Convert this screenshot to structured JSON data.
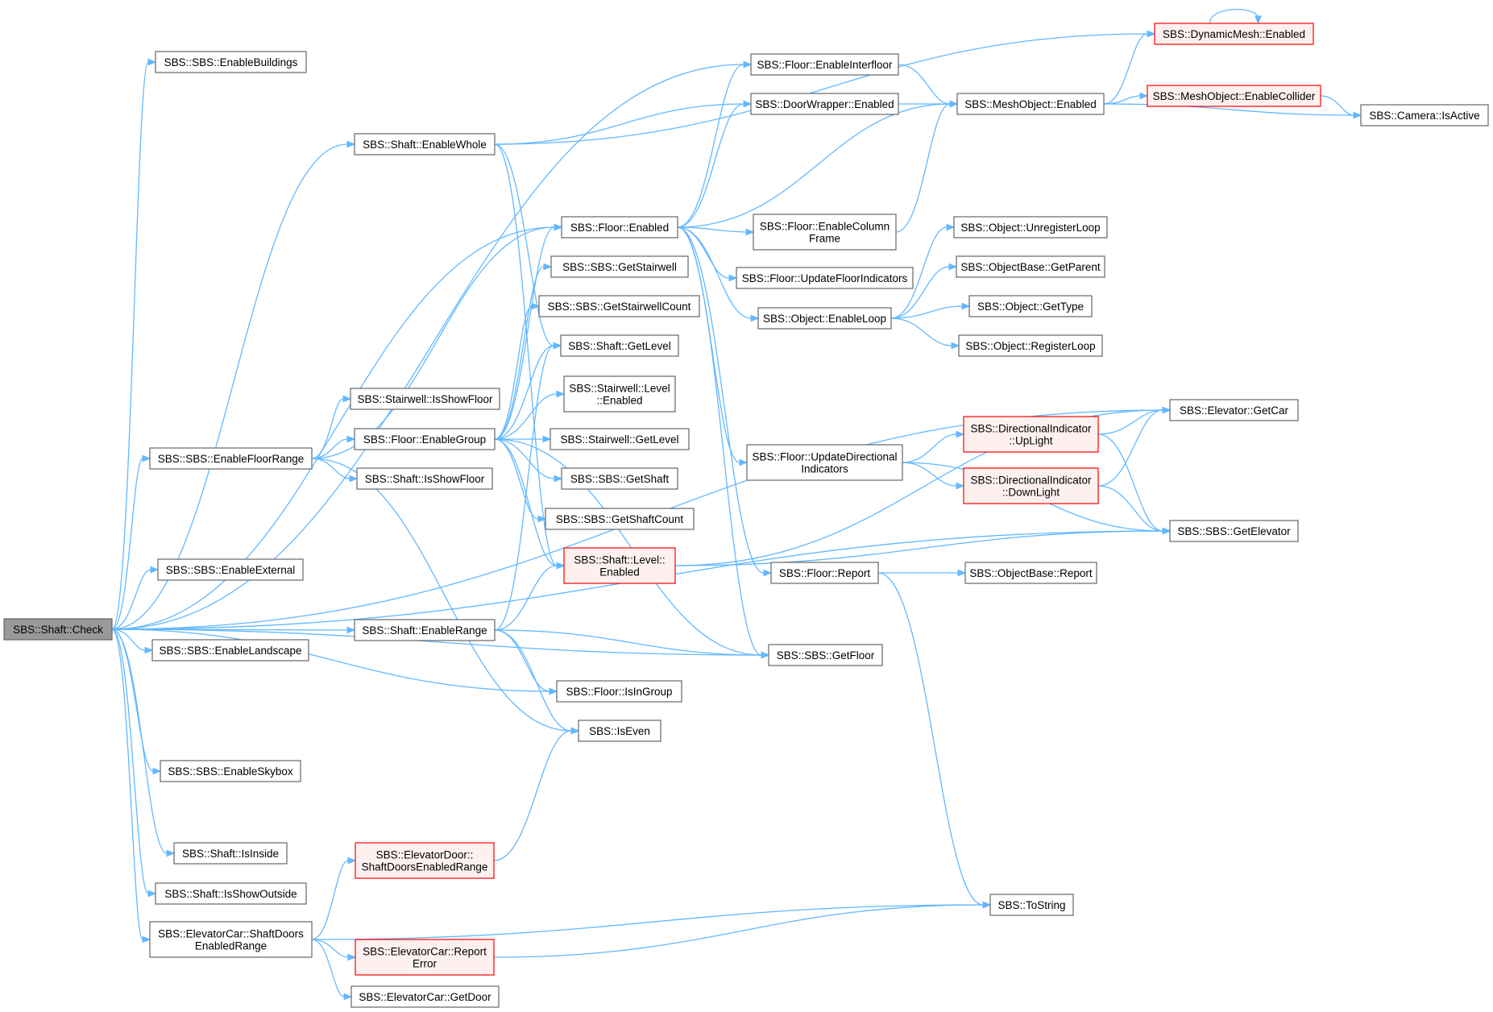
{
  "colors": {
    "edge": "#63b8ff",
    "node_border": "#666666",
    "node_fill": "#ffffff",
    "root_fill": "#999999",
    "root_border": "#666666",
    "truncated_border": "#ff0000",
    "truncated_fill": "#fff0f0"
  },
  "nodes": [
    {
      "id": "check",
      "lines": [
        "SBS::Shaft::Check"
      ],
      "style": "root"
    },
    {
      "id": "enablebuildings",
      "lines": [
        "SBS::SBS::EnableBuildings"
      ],
      "style": "normal"
    },
    {
      "id": "enablewhole",
      "lines": [
        "SBS::Shaft::EnableWhole"
      ],
      "style": "normal"
    },
    {
      "id": "enablefloorrange",
      "lines": [
        "SBS::SBS::EnableFloorRange"
      ],
      "style": "normal"
    },
    {
      "id": "enableexternal",
      "lines": [
        "SBS::SBS::EnableExternal"
      ],
      "style": "normal"
    },
    {
      "id": "enablelandscape",
      "lines": [
        "SBS::SBS::EnableLandscape"
      ],
      "style": "normal"
    },
    {
      "id": "enableskybox",
      "lines": [
        "SBS::SBS::EnableSkybox"
      ],
      "style": "normal"
    },
    {
      "id": "isinside",
      "lines": [
        "SBS::Shaft::IsInside"
      ],
      "style": "normal"
    },
    {
      "id": "isshowoutside",
      "lines": [
        "SBS::Shaft::IsShowOutside"
      ],
      "style": "normal"
    },
    {
      "id": "shaftdoorsrange",
      "lines": [
        "SBS::ElevatorCar::ShaftDoors",
        "EnabledRange"
      ],
      "style": "normal"
    },
    {
      "id": "enablerange",
      "lines": [
        "SBS::Shaft::EnableRange"
      ],
      "style": "normal"
    },
    {
      "id": "stairwellisshowfloor",
      "lines": [
        "SBS::Stairwell::IsShowFloor"
      ],
      "style": "normal"
    },
    {
      "id": "floorenablegroup",
      "lines": [
        "SBS::Floor::EnableGroup"
      ],
      "style": "normal"
    },
    {
      "id": "shaftisshowfloor",
      "lines": [
        "SBS::Shaft::IsShowFloor"
      ],
      "style": "normal"
    },
    {
      "id": "elevdoorshaftdoors",
      "lines": [
        "SBS::ElevatorDoor::",
        "ShaftDoorsEnabledRange"
      ],
      "style": "truncated"
    },
    {
      "id": "reporterror",
      "lines": [
        "SBS::ElevatorCar::Report",
        "Error"
      ],
      "style": "truncated"
    },
    {
      "id": "getdoor",
      "lines": [
        "SBS::ElevatorCar::GetDoor"
      ],
      "style": "normal"
    },
    {
      "id": "floorenabled",
      "lines": [
        "SBS::Floor::Enabled"
      ],
      "style": "normal"
    },
    {
      "id": "getstairwell",
      "lines": [
        "SBS::SBS::GetStairwell"
      ],
      "style": "normal"
    },
    {
      "id": "getstairwellcount",
      "lines": [
        "SBS::SBS::GetStairwellCount"
      ],
      "style": "normal"
    },
    {
      "id": "shaftgetlevel",
      "lines": [
        "SBS::Shaft::GetLevel"
      ],
      "style": "normal"
    },
    {
      "id": "stairwelllevelenabled",
      "lines": [
        "SBS::Stairwell::Level",
        "::Enabled"
      ],
      "style": "normal"
    },
    {
      "id": "stairwellgetlevel",
      "lines": [
        "SBS::Stairwell::GetLevel"
      ],
      "style": "normal"
    },
    {
      "id": "getshaft",
      "lines": [
        "SBS::SBS::GetShaft"
      ],
      "style": "normal"
    },
    {
      "id": "getshaftcount",
      "lines": [
        "SBS::SBS::GetShaftCount"
      ],
      "style": "normal"
    },
    {
      "id": "shaftlevelenabled",
      "lines": [
        "SBS::Shaft::Level::",
        "Enabled"
      ],
      "style": "truncated"
    },
    {
      "id": "floorisingroup",
      "lines": [
        "SBS::Floor::IsInGroup"
      ],
      "style": "normal"
    },
    {
      "id": "iseven",
      "lines": [
        "SBS::IsEven"
      ],
      "style": "normal"
    },
    {
      "id": "floorenableinterfloor",
      "lines": [
        "SBS::Floor::EnableInterfloor"
      ],
      "style": "normal"
    },
    {
      "id": "doorwrapperenabled",
      "lines": [
        "SBS::DoorWrapper::Enabled"
      ],
      "style": "normal"
    },
    {
      "id": "floorenablecolumnframe",
      "lines": [
        "SBS::Floor::EnableColumn",
        "Frame"
      ],
      "style": "normal"
    },
    {
      "id": "floorupdatefloorindicators",
      "lines": [
        "SBS::Floor::UpdateFloorIndicators"
      ],
      "style": "normal"
    },
    {
      "id": "objectenableloop",
      "lines": [
        "SBS::Object::EnableLoop"
      ],
      "style": "normal"
    },
    {
      "id": "floorupdatedirectional",
      "lines": [
        "SBS::Floor::UpdateDirectional",
        "Indicators"
      ],
      "style": "normal"
    },
    {
      "id": "floorreport",
      "lines": [
        "SBS::Floor::Report"
      ],
      "style": "normal"
    },
    {
      "id": "getfloor",
      "lines": [
        "SBS::SBS::GetFloor"
      ],
      "style": "normal"
    },
    {
      "id": "tostring",
      "lines": [
        "SBS::ToString"
      ],
      "style": "normal"
    },
    {
      "id": "meshobjectenabled",
      "lines": [
        "SBS::MeshObject::Enabled"
      ],
      "style": "normal"
    },
    {
      "id": "dynamicmeshenabled",
      "lines": [
        "SBS::DynamicMesh::Enabled"
      ],
      "style": "truncated"
    },
    {
      "id": "meshobjectenablecollider",
      "lines": [
        "SBS::MeshObject::EnableCollider"
      ],
      "style": "truncated"
    },
    {
      "id": "cameraisactive",
      "lines": [
        "SBS::Camera::IsActive"
      ],
      "style": "normal"
    },
    {
      "id": "objectunregisterloop",
      "lines": [
        "SBS::Object::UnregisterLoop"
      ],
      "style": "normal"
    },
    {
      "id": "objectbasegetparent",
      "lines": [
        "SBS::ObjectBase::GetParent"
      ],
      "style": "normal"
    },
    {
      "id": "objectgettype",
      "lines": [
        "SBS::Object::GetType"
      ],
      "style": "normal"
    },
    {
      "id": "objectregisterloop",
      "lines": [
        "SBS::Object::RegisterLoop"
      ],
      "style": "normal"
    },
    {
      "id": "dirinduplight",
      "lines": [
        "SBS::DirectionalIndicator",
        "::UpLight"
      ],
      "style": "truncated"
    },
    {
      "id": "dirinddownlight",
      "lines": [
        "SBS::DirectionalIndicator",
        "::DownLight"
      ],
      "style": "truncated"
    },
    {
      "id": "elevatorgetcar",
      "lines": [
        "SBS::Elevator::GetCar"
      ],
      "style": "normal"
    },
    {
      "id": "getelevator",
      "lines": [
        "SBS::SBS::GetElevator"
      ],
      "style": "normal"
    },
    {
      "id": "objectbasereport",
      "lines": [
        "SBS::ObjectBase::Report"
      ],
      "style": "normal"
    }
  ],
  "edges": [
    [
      "check",
      "enablebuildings"
    ],
    [
      "check",
      "enablewhole"
    ],
    [
      "check",
      "floorenableinterfloor"
    ],
    [
      "check",
      "floorenabled"
    ],
    [
      "check",
      "elevatorgetcar"
    ],
    [
      "check",
      "enablefloorrange"
    ],
    [
      "check",
      "enableexternal"
    ],
    [
      "check",
      "enablerange"
    ],
    [
      "check",
      "enablelandscape"
    ],
    [
      "check",
      "floorisingroup"
    ],
    [
      "check",
      "getfloor"
    ],
    [
      "check",
      "enableskybox"
    ],
    [
      "check",
      "getelevator"
    ],
    [
      "check",
      "isinside"
    ],
    [
      "check",
      "isshowoutside"
    ],
    [
      "check",
      "shaftdoorsrange"
    ],
    [
      "enablewhole",
      "dynamicmeshenabled"
    ],
    [
      "enablewhole",
      "doorwrapperenabled"
    ],
    [
      "enablewhole",
      "shaftgetlevel"
    ],
    [
      "enablewhole",
      "shaftlevelenabled"
    ],
    [
      "enablefloorrange",
      "floorenabled"
    ],
    [
      "enablefloorrange",
      "stairwellisshowfloor"
    ],
    [
      "enablefloorrange",
      "floorenablegroup"
    ],
    [
      "enablefloorrange",
      "shaftisshowfloor"
    ],
    [
      "enablefloorrange",
      "iseven"
    ],
    [
      "floorenablegroup",
      "floorenabled"
    ],
    [
      "floorenablegroup",
      "getstairwell"
    ],
    [
      "floorenablegroup",
      "getstairwellcount"
    ],
    [
      "floorenablegroup",
      "shaftgetlevel"
    ],
    [
      "floorenablegroup",
      "stairwelllevelenabled"
    ],
    [
      "floorenablegroup",
      "stairwellgetlevel"
    ],
    [
      "floorenablegroup",
      "getshaft"
    ],
    [
      "floorenablegroup",
      "getshaftcount"
    ],
    [
      "floorenablegroup",
      "shaftlevelenabled"
    ],
    [
      "floorenablegroup",
      "getfloor"
    ],
    [
      "enablerange",
      "shaftgetlevel"
    ],
    [
      "enablerange",
      "shaftlevelenabled"
    ],
    [
      "enablerange",
      "getfloor"
    ],
    [
      "enablerange",
      "floorisingroup"
    ],
    [
      "enablerange",
      "iseven"
    ],
    [
      "shaftdoorsrange",
      "elevdoorshaftdoors"
    ],
    [
      "shaftdoorsrange",
      "reporterror"
    ],
    [
      "shaftdoorsrange",
      "getdoor"
    ],
    [
      "shaftdoorsrange",
      "tostring"
    ],
    [
      "elevdoorshaftdoors",
      "iseven"
    ],
    [
      "reporterror",
      "tostring"
    ],
    [
      "floorenabled",
      "floorenableinterfloor"
    ],
    [
      "floorenabled",
      "doorwrapperenabled"
    ],
    [
      "floorenabled",
      "meshobjectenabled"
    ],
    [
      "floorenabled",
      "floorenablecolumnframe"
    ],
    [
      "floorenabled",
      "floorupdatefloorindicators"
    ],
    [
      "floorenabled",
      "objectenableloop"
    ],
    [
      "floorenabled",
      "floorupdatedirectional"
    ],
    [
      "floorenabled",
      "floorreport"
    ],
    [
      "floorenabled",
      "getfloor"
    ],
    [
      "shaftlevelenabled",
      "elevatorgetcar"
    ],
    [
      "shaftlevelenabled",
      "getelevator"
    ],
    [
      "floorenableinterfloor",
      "meshobjectenabled"
    ],
    [
      "doorwrapperenabled",
      "meshobjectenabled"
    ],
    [
      "floorenablecolumnframe",
      "meshobjectenabled"
    ],
    [
      "meshobjectenabled",
      "dynamicmeshenabled"
    ],
    [
      "meshobjectenabled",
      "meshobjectenablecollider"
    ],
    [
      "meshobjectenabled",
      "cameraisactive"
    ],
    [
      "meshobjectenablecollider",
      "cameraisactive"
    ],
    [
      "dynamicmeshenabled",
      "dynamicmeshenabled"
    ],
    [
      "objectenableloop",
      "objectunregisterloop"
    ],
    [
      "objectenableloop",
      "objectbasegetparent"
    ],
    [
      "objectenableloop",
      "objectgettype"
    ],
    [
      "objectenableloop",
      "objectregisterloop"
    ],
    [
      "floorupdatedirectional",
      "dirinduplight"
    ],
    [
      "floorupdatedirectional",
      "dirinddownlight"
    ],
    [
      "floorupdatedirectional",
      "getelevator"
    ],
    [
      "dirinduplight",
      "elevatorgetcar"
    ],
    [
      "dirinduplight",
      "getelevator"
    ],
    [
      "dirinddownlight",
      "elevatorgetcar"
    ],
    [
      "dirinddownlight",
      "getelevator"
    ],
    [
      "floorreport",
      "objectbasereport"
    ],
    [
      "floorreport",
      "tostring"
    ]
  ]
}
